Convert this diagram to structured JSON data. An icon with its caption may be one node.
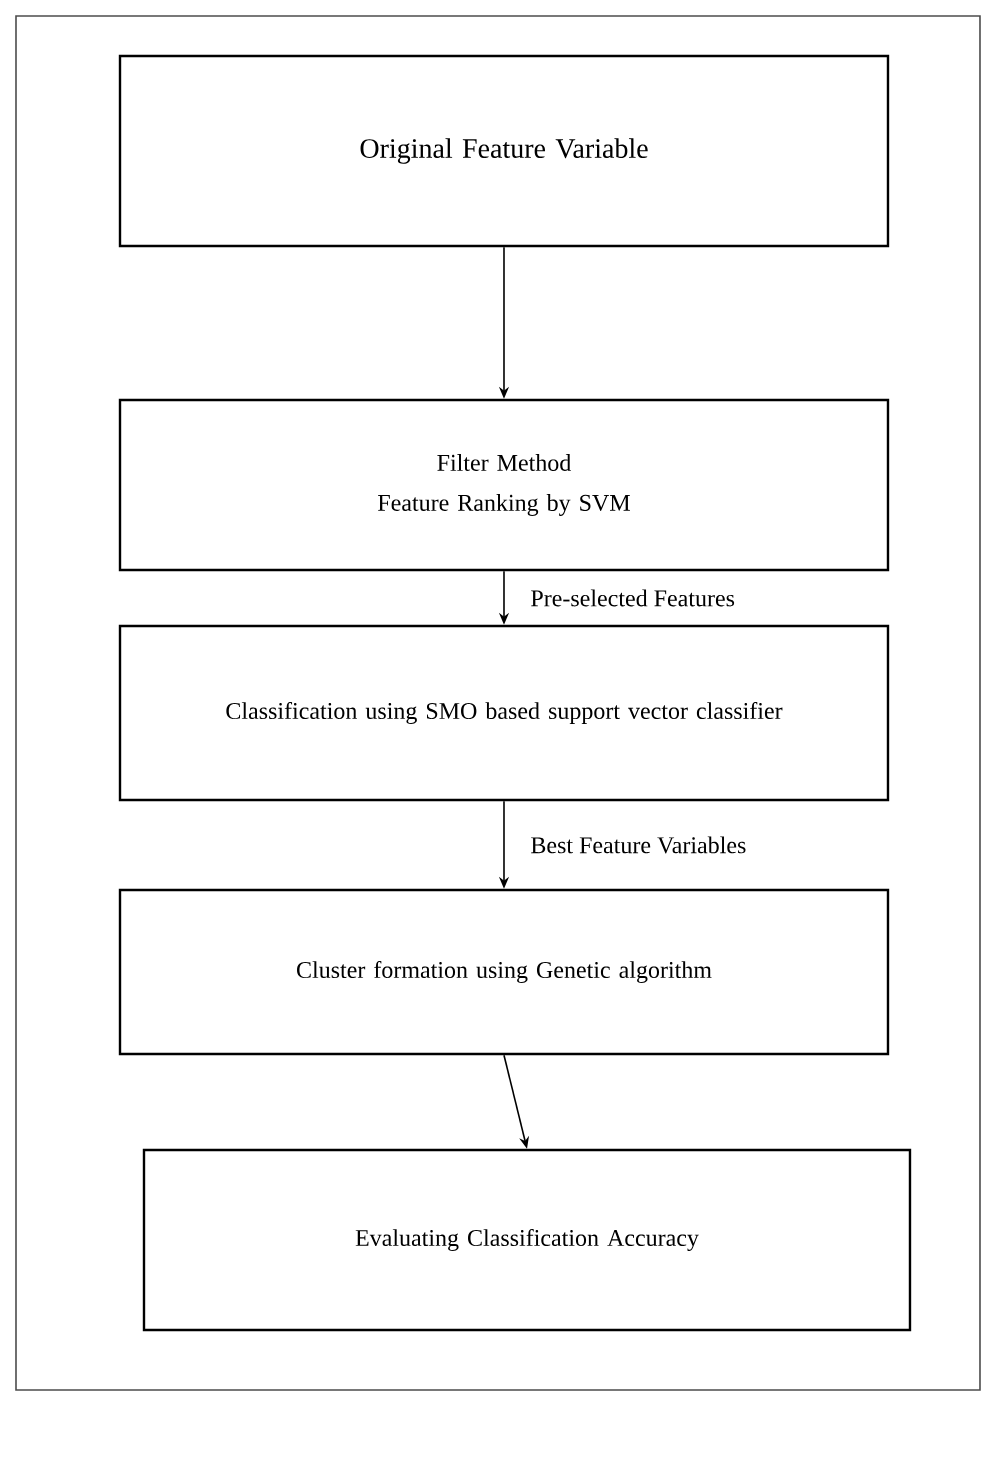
{
  "diagram": {
    "nodes": [
      {
        "text": [
          "Original Feature Variable"
        ]
      },
      {
        "text": [
          "Filter Method",
          "Feature Ranking by SVM"
        ]
      },
      {
        "text": [
          "Classification using SMO based support vector classifier"
        ]
      },
      {
        "text": [
          "Cluster formation using Genetic algorithm"
        ]
      },
      {
        "text": [
          "Evaluating Classification Accuracy"
        ]
      }
    ],
    "edges": [
      {
        "from": 0,
        "to": 1,
        "arrow": "to"
      },
      {
        "from": 1,
        "to": 2,
        "arrow": "to",
        "label": "Pre-selected Features"
      },
      {
        "from": 2,
        "to": 3,
        "arrow": "to",
        "label": "Best Feature Variables"
      },
      {
        "from": 3,
        "to": 4,
        "arrow": "to"
      }
    ]
  }
}
